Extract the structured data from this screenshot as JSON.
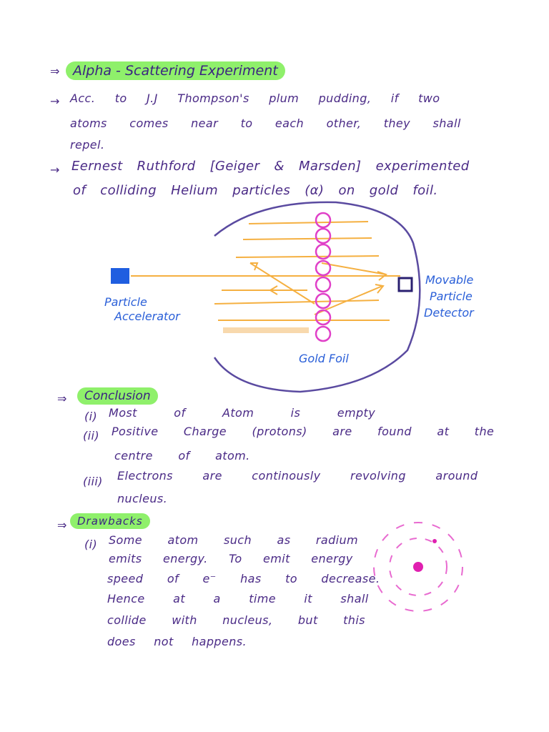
{
  "title": "Alpha - Scattering Experiment",
  "intro": {
    "line1": "Acc. to J.J Thompson's plum pudding, if two",
    "line2": "atoms comes near to each other, they shall",
    "line3": "repel."
  },
  "rutherford": {
    "line1": "Eernest Ruthford [Geiger & Marsden] experimented",
    "line2": "of colliding Helium particles (α) on gold foil."
  },
  "diagram": {
    "accelerator_label_1": "Particle",
    "accelerator_label_2": "Accelerator",
    "detector_label_1": "Movable",
    "detector_label_2": "Particle",
    "detector_label_3": "Detector",
    "foil_label": "Gold Foil"
  },
  "conclusion": {
    "heading": "Conclusion",
    "p1_marker": "(i)",
    "p1": "Most of Atom is empty",
    "p2_marker": "(ii)",
    "p2_line1": "Positive Charge (protons) are found at the",
    "p2_line2": "centre of atom.",
    "p3_marker": "(iii)",
    "p3_line1": "Electrons are continously revolving around",
    "p3_line2": "nucleus."
  },
  "drawbacks": {
    "heading": "Drawbacks",
    "p1_marker": "(i)",
    "line1": "Some atom such as radium",
    "line2": "emits energy. To emit energy",
    "line3": "speed of e⁻ has to decrease.",
    "line4": "Hence at a time it shall",
    "line5": "collide with nucleus, but this",
    "line6": "does not happens."
  },
  "colors": {
    "ink": "#4a2a86",
    "highlight": "#8ff06b",
    "ray": "#f5b041",
    "foil": "#e040c8",
    "label_blue": "#2a5fd8",
    "accelerator": "#1f5ee0",
    "nucleus": "#e020b0"
  },
  "icons": [
    "arrow-bullet-icon",
    "double-arrow-bullet-icon"
  ]
}
